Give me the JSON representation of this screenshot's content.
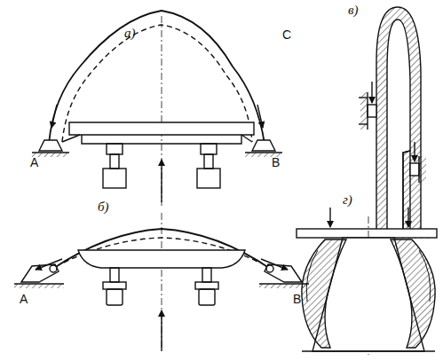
{
  "diagram": {
    "labels": [
      "а)",
      "C",
      "A",
      "B",
      "в)",
      "б)",
      "A",
      "B",
      "г)"
    ]
  }
}
